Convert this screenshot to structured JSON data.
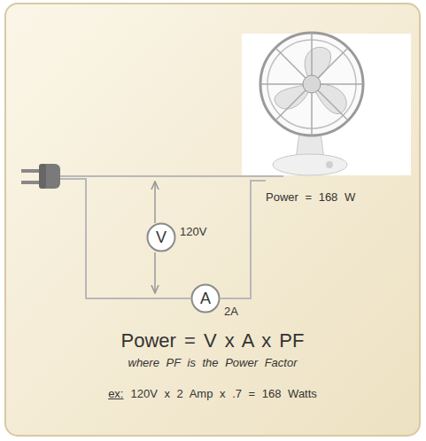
{
  "diagram": {
    "nodes": [
      {
        "text": [
          "V"
        ]
      },
      {
        "text": [
          "A"
        ]
      }
    ],
    "labels": [
      "120V",
      "2A",
      "Power = 168 W",
      "Power = V x A x PF",
      "where PF is the Power Factor",
      "ex:",
      "120V x 2 Amp x .7 = 168 Watts"
    ]
  }
}
